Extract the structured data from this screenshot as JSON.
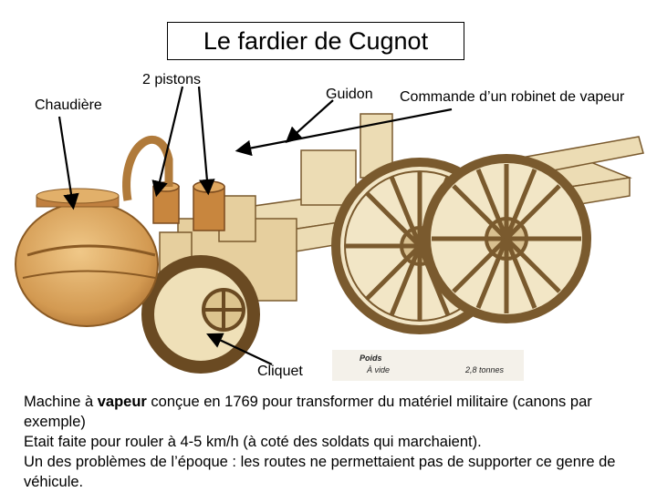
{
  "title": "Le fardier de Cugnot",
  "labels": {
    "chaudiere": "Chaudière",
    "pistons": "2 pistons",
    "guidon": "Guidon",
    "commande": "Commande d’un robinet de vapeur",
    "cliquet": "Cliquet"
  },
  "weights_table": {
    "heading": "Poids",
    "row_label": "À vide",
    "row_value": "2,8 tonnes"
  },
  "caption": {
    "line1_before": "Machine à ",
    "line1_bold": "vapeur",
    "line1_after": " conçue en 1769 pour transformer du matériel militaire (canons par exemple)",
    "line2": "Etait faite pour rouler à 4-5 km/h (à coté des soldats qui marchaient).",
    "line3": "Un des problèmes de l’époque : les routes ne permettaient pas de supporter ce genre de véhicule."
  },
  "colors": {
    "wood": "#e8d6a8",
    "wood_dark": "#8a6a3a",
    "boiler": "#d8a560",
    "boiler_dark": "#9a6428",
    "arrow": "#000000"
  }
}
